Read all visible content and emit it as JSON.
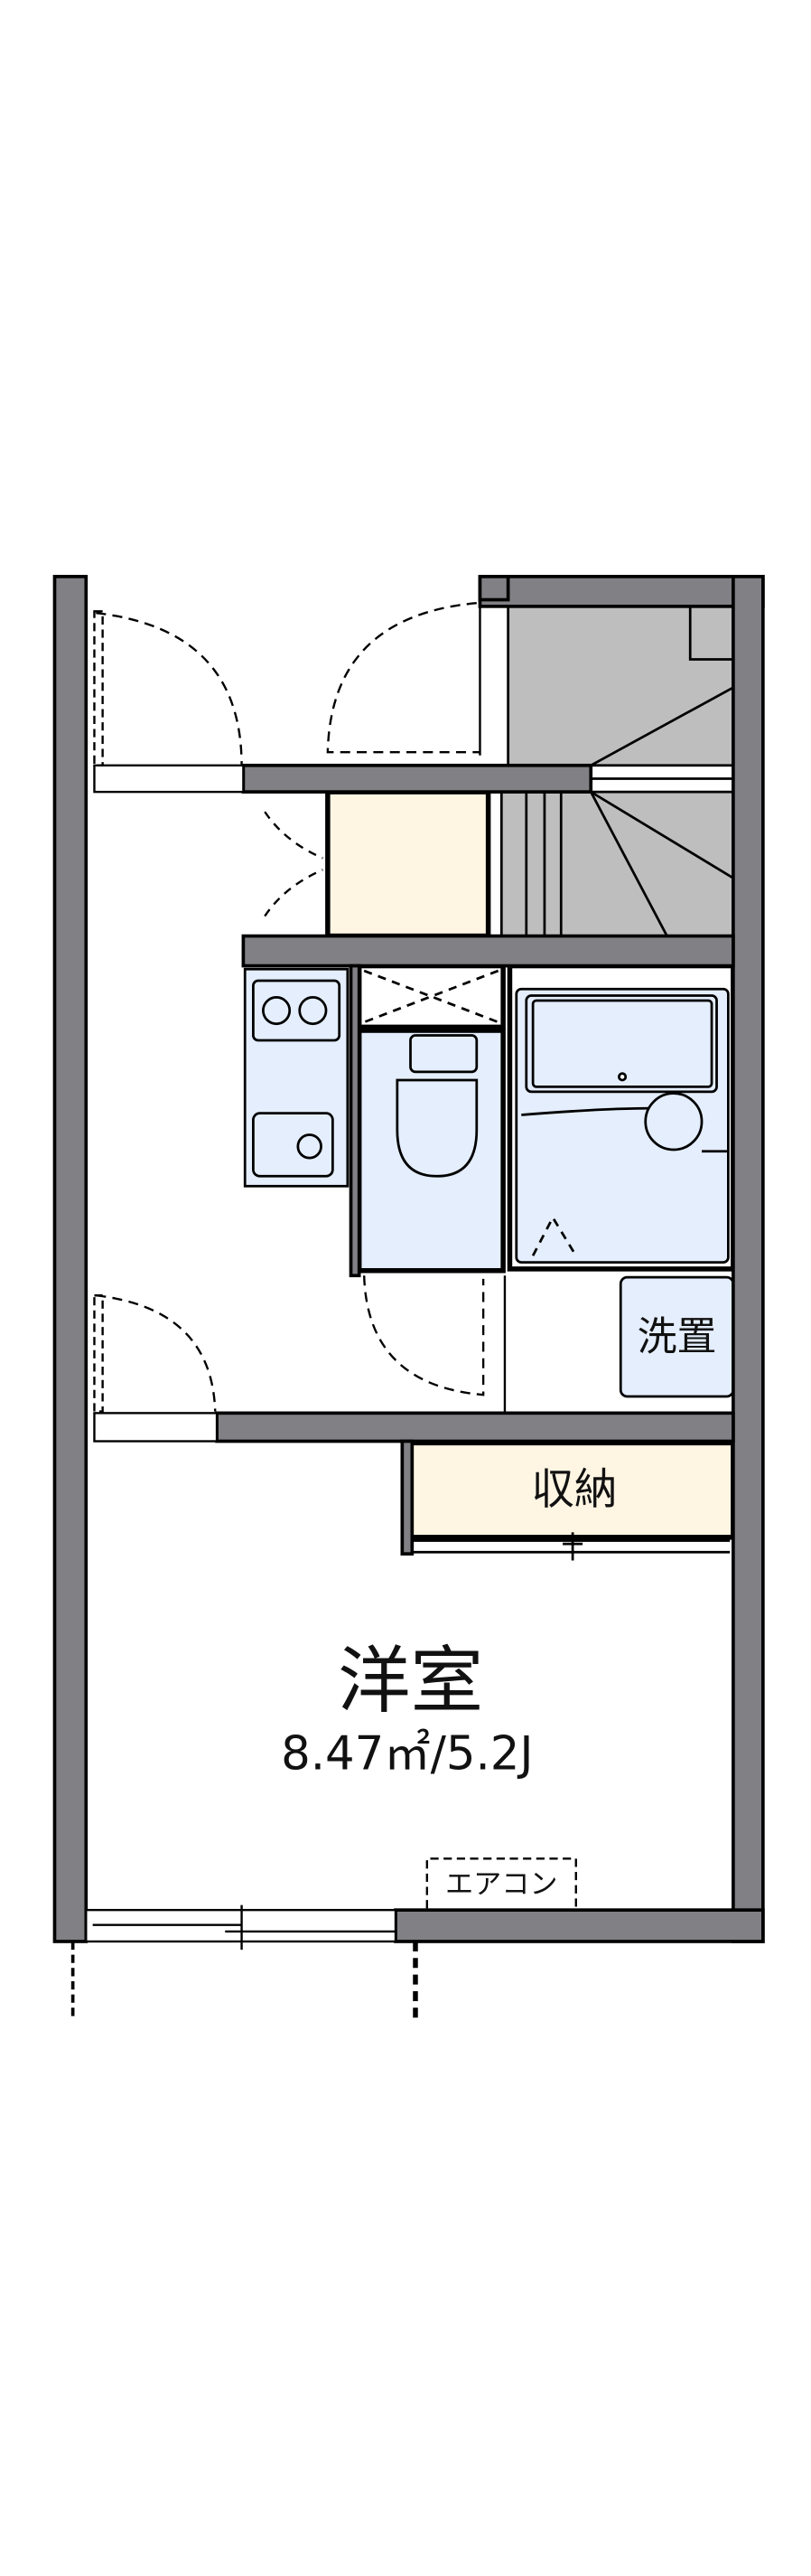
{
  "floor_plan": {
    "rooms": {
      "western_room": {
        "label": "洋室",
        "area": "8.47㎡/5.2J"
      },
      "storage": {
        "label": "収納"
      },
      "washer": {
        "label": "洗置"
      },
      "aircon": {
        "label": "エアコン"
      }
    },
    "colors": {
      "wall": "#808085",
      "storage_fill": "#FFF5E3",
      "wet_area_fill": "#E4EEFC",
      "stairs_fill": "#BEBEBE",
      "line": "#000000"
    }
  }
}
